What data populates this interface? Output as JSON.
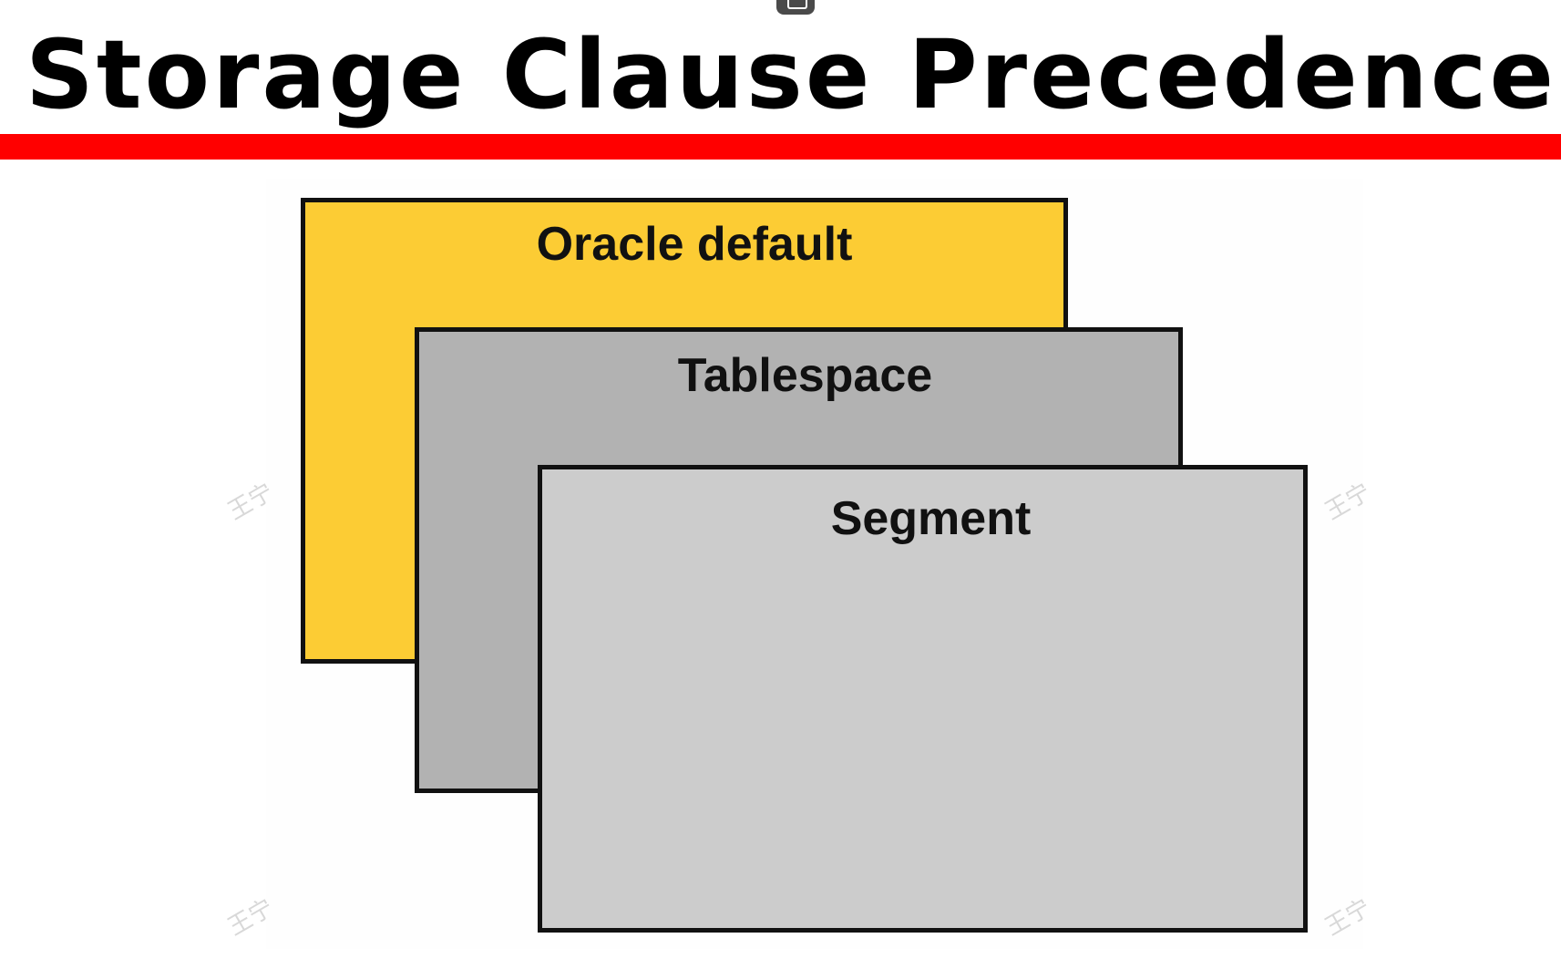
{
  "slide": {
    "title": "Storage Clause Precedence",
    "title_rule_color": "#ff0000"
  },
  "layers": [
    {
      "label": "Oracle default",
      "color": "#fccc34"
    },
    {
      "label": "Tablespace",
      "color": "#b2b2b2"
    },
    {
      "label": "Segment",
      "color": "#cccccc"
    }
  ],
  "watermark": {
    "text": "王宁"
  }
}
